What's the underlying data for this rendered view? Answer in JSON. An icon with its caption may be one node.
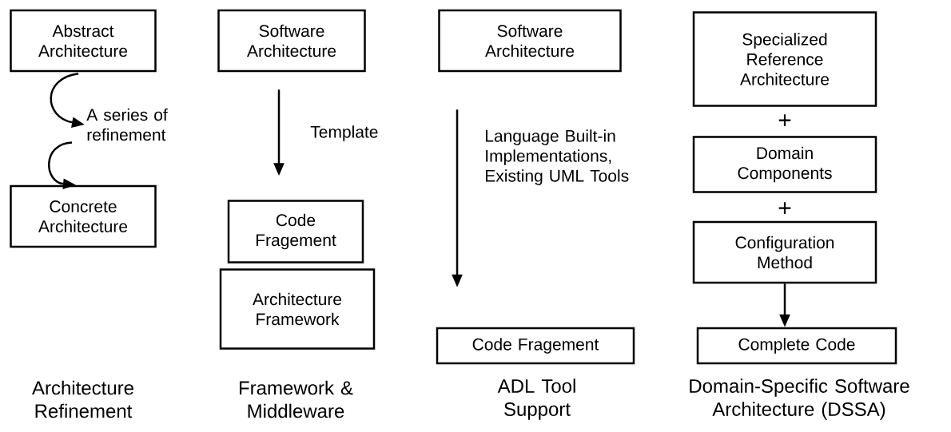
{
  "diagram": {
    "nodes": [
      {
        "text": [
          "Abstract Architecture"
        ]
      },
      {
        "text": [
          "A series of refinement"
        ]
      },
      {
        "text": [
          "Concrete Architecture"
        ]
      },
      {
        "text": [
          "Software Architecture"
        ]
      },
      {
        "text": [
          "Code Fragement"
        ]
      },
      {
        "text": [
          "Architecture Framework"
        ]
      },
      {
        "text": [
          "Software Architecture"
        ]
      },
      {
        "text": [
          "Code Fragement"
        ]
      },
      {
        "text": [
          "Specialized Reference Architecture"
        ]
      },
      {
        "text": [
          "Domain Components"
        ]
      },
      {
        "text": [
          "Configuration Method"
        ]
      },
      {
        "text": [
          "Complete Code"
        ]
      }
    ],
    "edges": [
      {
        "from": 0,
        "to": 1,
        "arrow": "to"
      },
      {
        "from": 1,
        "to": 2,
        "arrow": "to"
      },
      {
        "from": 3,
        "to": 4,
        "arrow": "to",
        "label": "Template"
      },
      {
        "from": 6,
        "to": 7,
        "arrow": "to",
        "label": "Language Built-in Implementations, Existing UML Tools"
      },
      {
        "from": 10,
        "to": 11,
        "arrow": "to"
      }
    ],
    "labels": [
      "+",
      "+",
      "Architecture Refinement",
      "Framework & Middleware",
      "ADL Tool Support",
      "Domain-Specific Software Architecture (DSSA)"
    ]
  }
}
